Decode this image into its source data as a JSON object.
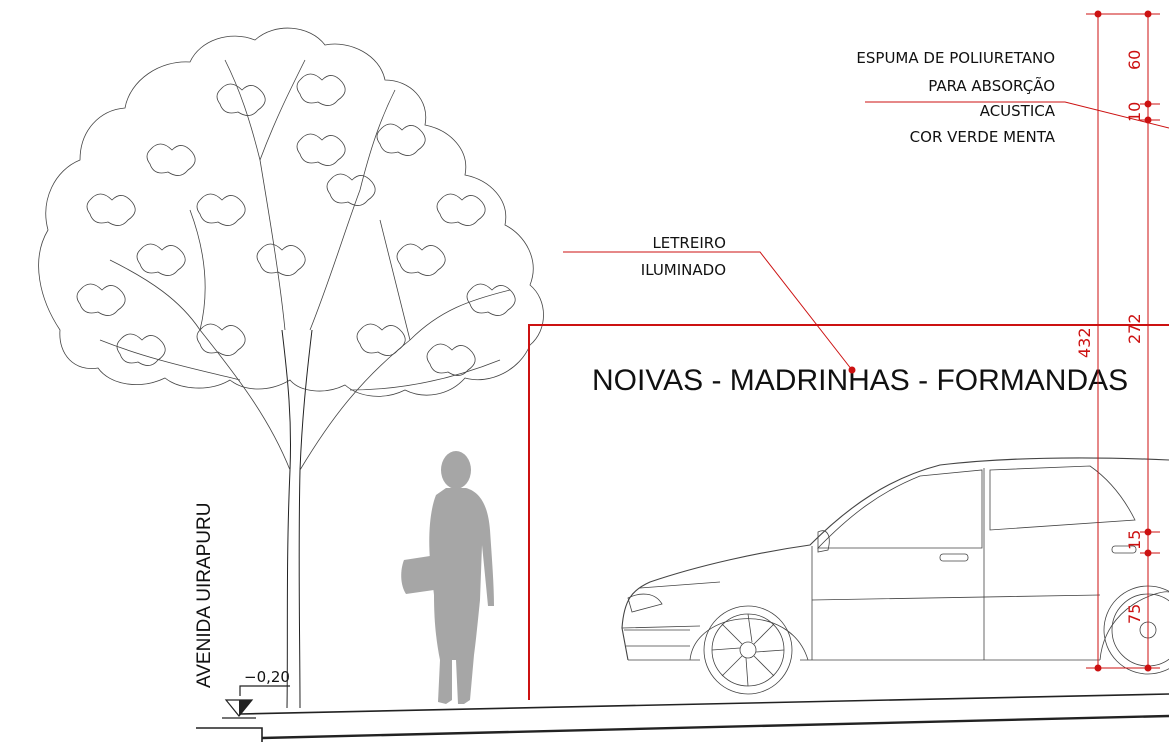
{
  "labels": {
    "foam_line1": "ESPUMA DE POLIURETANO",
    "foam_line2": "PARA ABSORÇÃO",
    "foam_line3": "ACUSTICA",
    "foam_line4": "COR VERDE MENTA",
    "sign_line1": "LETREIRO",
    "sign_line2": "ILUMINADO",
    "sign_text": "NOIVAS - MADRINHAS - FORMANDAS",
    "street": "AVENIDA UIRAPURU",
    "level": "−0,20"
  },
  "dimensions": {
    "d60": "60",
    "d10": "10",
    "d432": "432",
    "d272": "272",
    "d15": "15",
    "d75": "75"
  },
  "colors": {
    "annotation": "#cc1111",
    "person": "#a6a6a6",
    "ink": "#222222"
  }
}
